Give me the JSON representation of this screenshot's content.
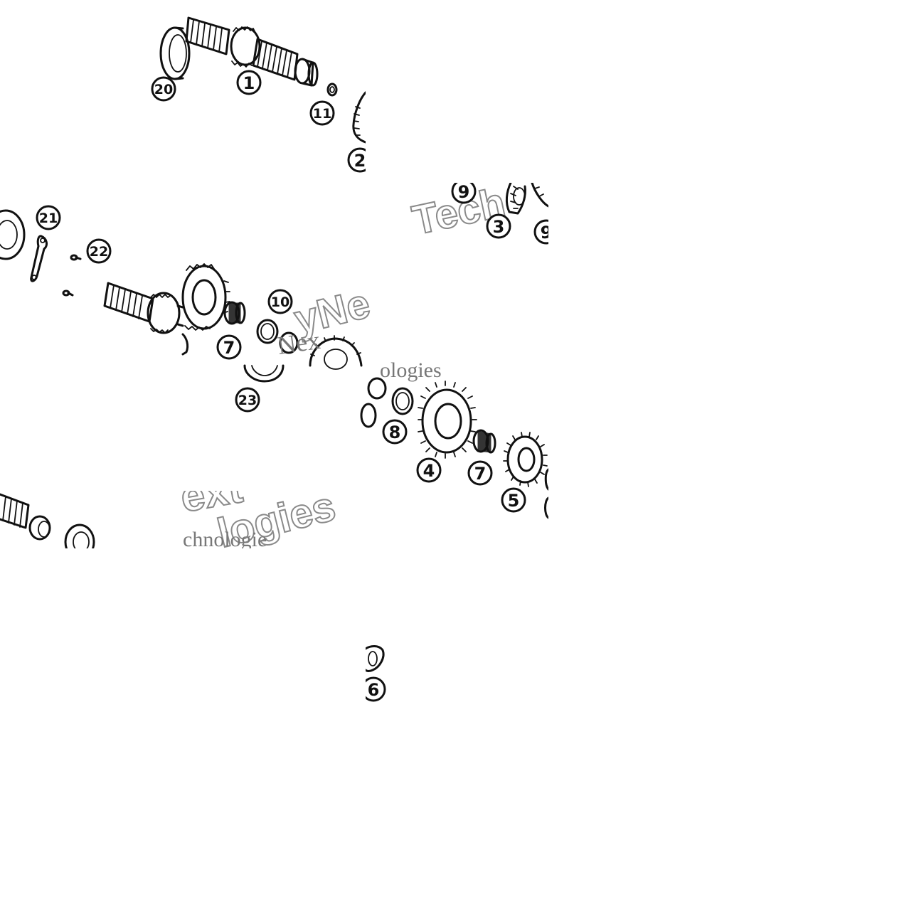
{
  "diagram": {
    "callouts": [
      "1",
      "2",
      "3",
      "4",
      "5",
      "6",
      "7",
      "7",
      "8",
      "9",
      "9",
      "10",
      "11",
      "20",
      "21",
      "22",
      "23"
    ],
    "watermark": {
      "fragments": [
        "Tech",
        "yNe",
        "Nex",
        "ologies",
        "ext",
        "logies",
        "chnologie"
      ]
    },
    "colors": {
      "ink": "#111111",
      "background": "#ffffff",
      "watermark": "#8a8a8a"
    }
  }
}
